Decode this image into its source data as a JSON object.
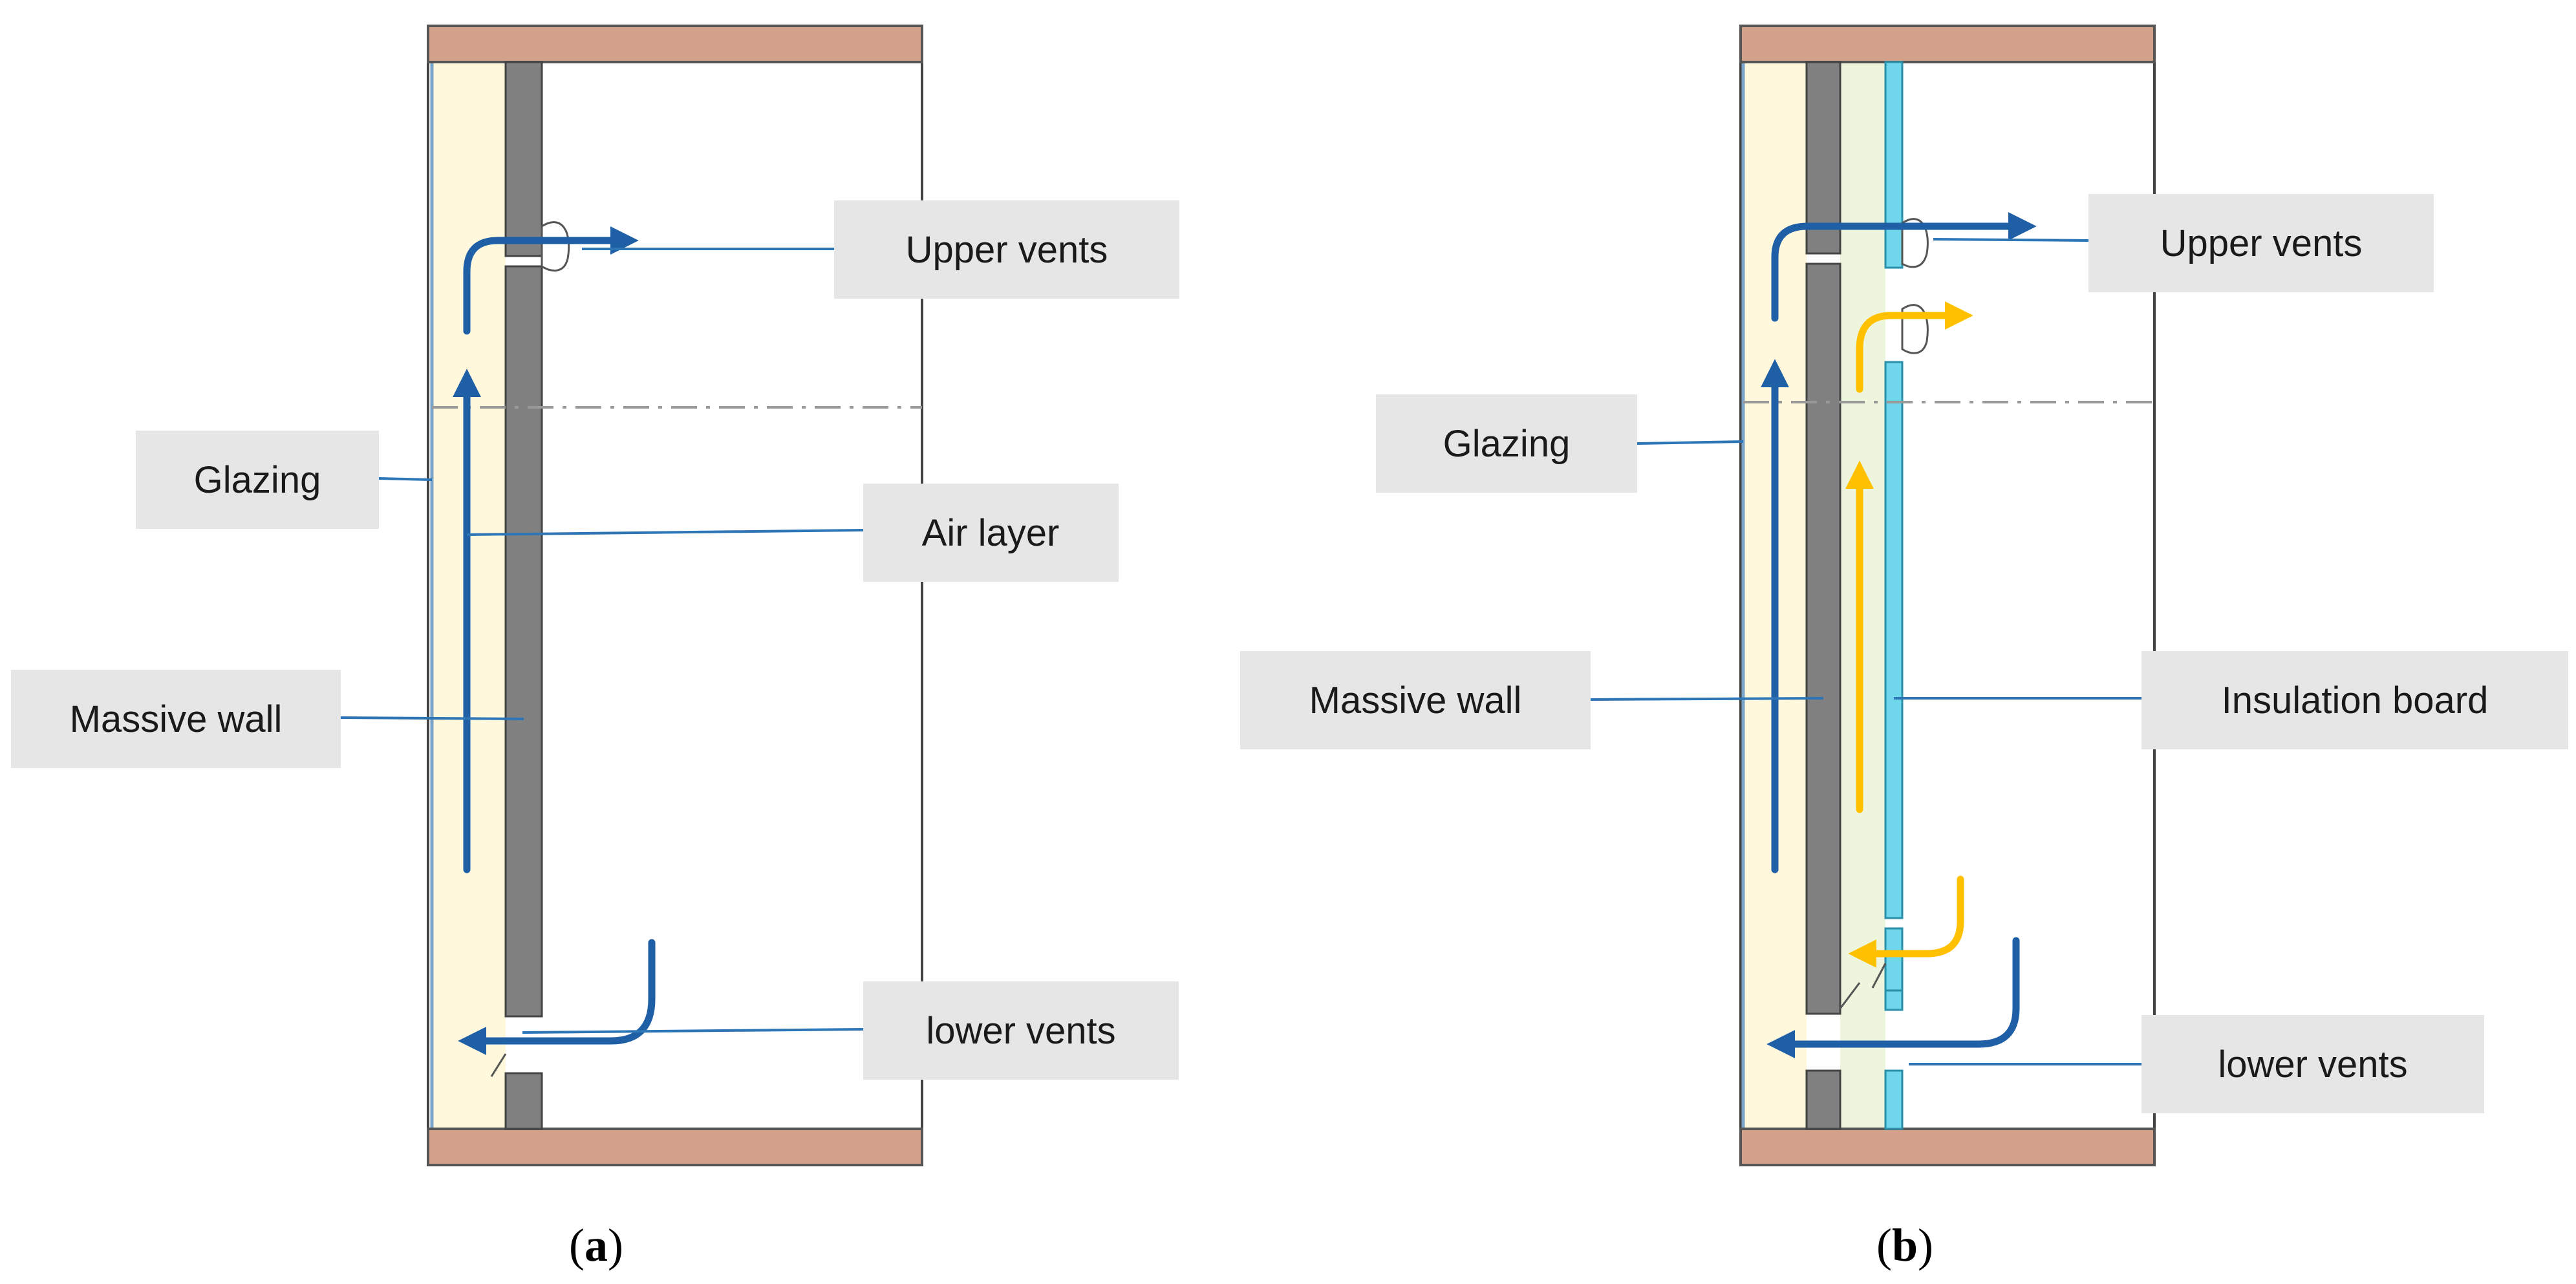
{
  "diagram": {
    "panel_a": {
      "caption_open": "(",
      "caption_letter": "a",
      "caption_close": ")",
      "labels": {
        "upper_vents": "Upper vents",
        "glazing": "Glazing",
        "air_layer": "Air layer",
        "massive_wall": "Massive wall",
        "lower_vents": "lower vents"
      }
    },
    "panel_b": {
      "caption_open": "(",
      "caption_letter": "b",
      "caption_close": ")",
      "labels": {
        "upper_vents": "Upper vents",
        "glazing": "Glazing",
        "massive_wall": "Massive wall",
        "insulation_board": "Insulation board",
        "lower_vents": "lower vents"
      }
    },
    "colors": {
      "air_flow_outer": "#1f5fa6",
      "air_flow_inner": "#ffc000",
      "leader_line": "#2e75b6",
      "massive_wall": "#808080",
      "insulation_board": "#6fd6ec",
      "slab": "#d4a18a",
      "glazing_cavity": "#fff8dc"
    }
  }
}
